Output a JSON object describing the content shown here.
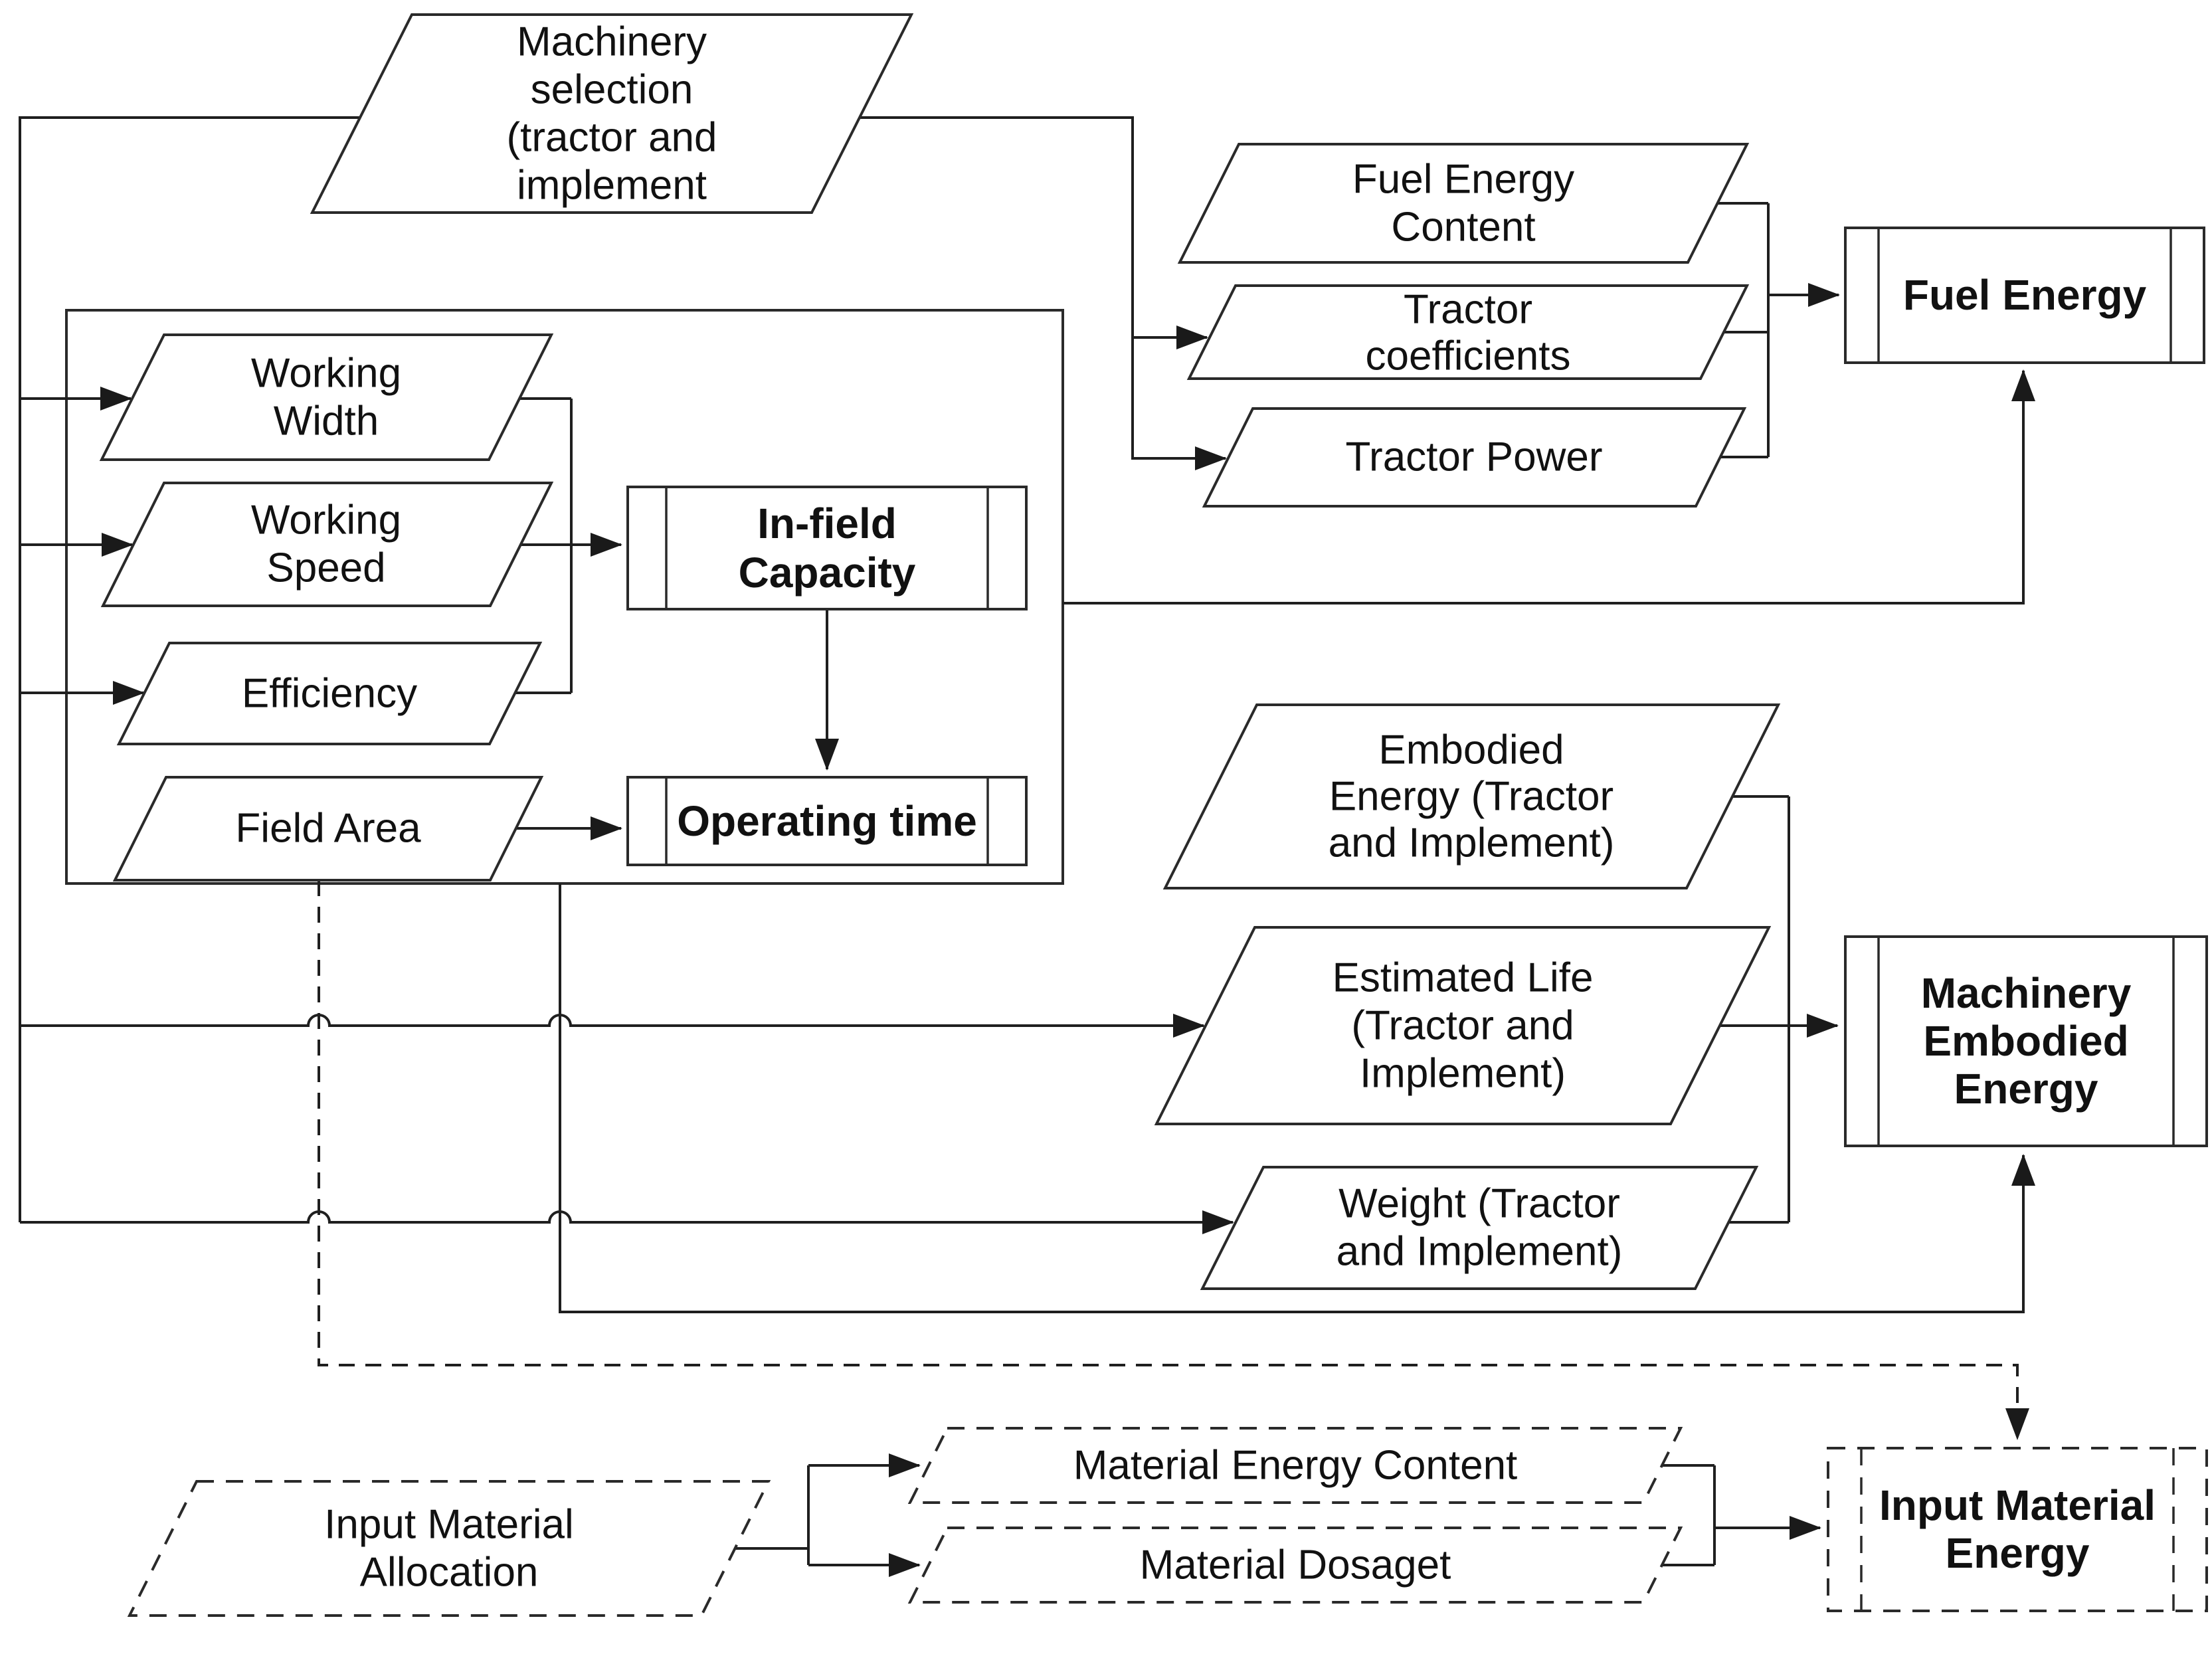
{
  "diagram": {
    "title": "Machinery energy flow diagram",
    "background_color": "#ffffff",
    "stroke_color": "#1f1f1f",
    "nodes": {
      "machinery_selection": {
        "type": "parallelogram",
        "style": "solid",
        "lines": [
          "Machinery",
          "selection",
          "(tractor and",
          "implement"
        ]
      },
      "fuel_energy_content": {
        "type": "parallelogram",
        "style": "solid",
        "lines": [
          "Fuel Energy",
          "Content"
        ]
      },
      "tractor_coefficients": {
        "type": "parallelogram",
        "style": "solid",
        "lines": [
          "Tractor",
          "coefficients"
        ]
      },
      "tractor_power": {
        "type": "parallelogram",
        "style": "solid",
        "lines": [
          "Tractor Power"
        ]
      },
      "working_width": {
        "type": "parallelogram",
        "style": "solid",
        "lines": [
          "Working",
          "Width"
        ]
      },
      "working_speed": {
        "type": "parallelogram",
        "style": "solid",
        "lines": [
          "Working",
          "Speed"
        ]
      },
      "efficiency": {
        "type": "parallelogram",
        "style": "solid",
        "lines": [
          "Efficiency"
        ]
      },
      "field_area": {
        "type": "parallelogram",
        "style": "solid",
        "lines": [
          "Field Area"
        ]
      },
      "in_field_capacity": {
        "type": "predefined_process",
        "style": "solid",
        "lines": [
          "In-field",
          "Capacity"
        ]
      },
      "operating_time": {
        "type": "predefined_process",
        "style": "solid",
        "lines": [
          "Operating time"
        ]
      },
      "fuel_energy": {
        "type": "predefined_process",
        "style": "solid",
        "lines": [
          "Fuel Energy"
        ]
      },
      "embodied_energy": {
        "type": "parallelogram",
        "style": "solid",
        "lines": [
          "Embodied",
          "Energy (Tractor",
          "and Implement)"
        ]
      },
      "estimated_life": {
        "type": "parallelogram",
        "style": "solid",
        "lines": [
          "Estimated Life",
          "(Tractor and",
          "Implement)"
        ]
      },
      "weight": {
        "type": "parallelogram",
        "style": "solid",
        "lines": [
          "Weight (Tractor",
          "and Implement)"
        ]
      },
      "machinery_embodied_energy": {
        "type": "predefined_process",
        "style": "solid",
        "lines": [
          "Machinery",
          "Embodied",
          "Energy"
        ]
      },
      "input_material_allocation": {
        "type": "parallelogram",
        "style": "dashed",
        "lines": [
          "Input Material",
          "Allocation"
        ]
      },
      "material_energy_content": {
        "type": "parallelogram",
        "style": "dashed",
        "lines": [
          "Material Energy Content"
        ]
      },
      "material_dosaget": {
        "type": "parallelogram",
        "style": "dashed",
        "lines": [
          "Material Dosaget"
        ]
      },
      "input_material_energy": {
        "type": "predefined_process",
        "style": "dashed",
        "lines": [
          "Input Material",
          "Energy"
        ]
      }
    }
  }
}
